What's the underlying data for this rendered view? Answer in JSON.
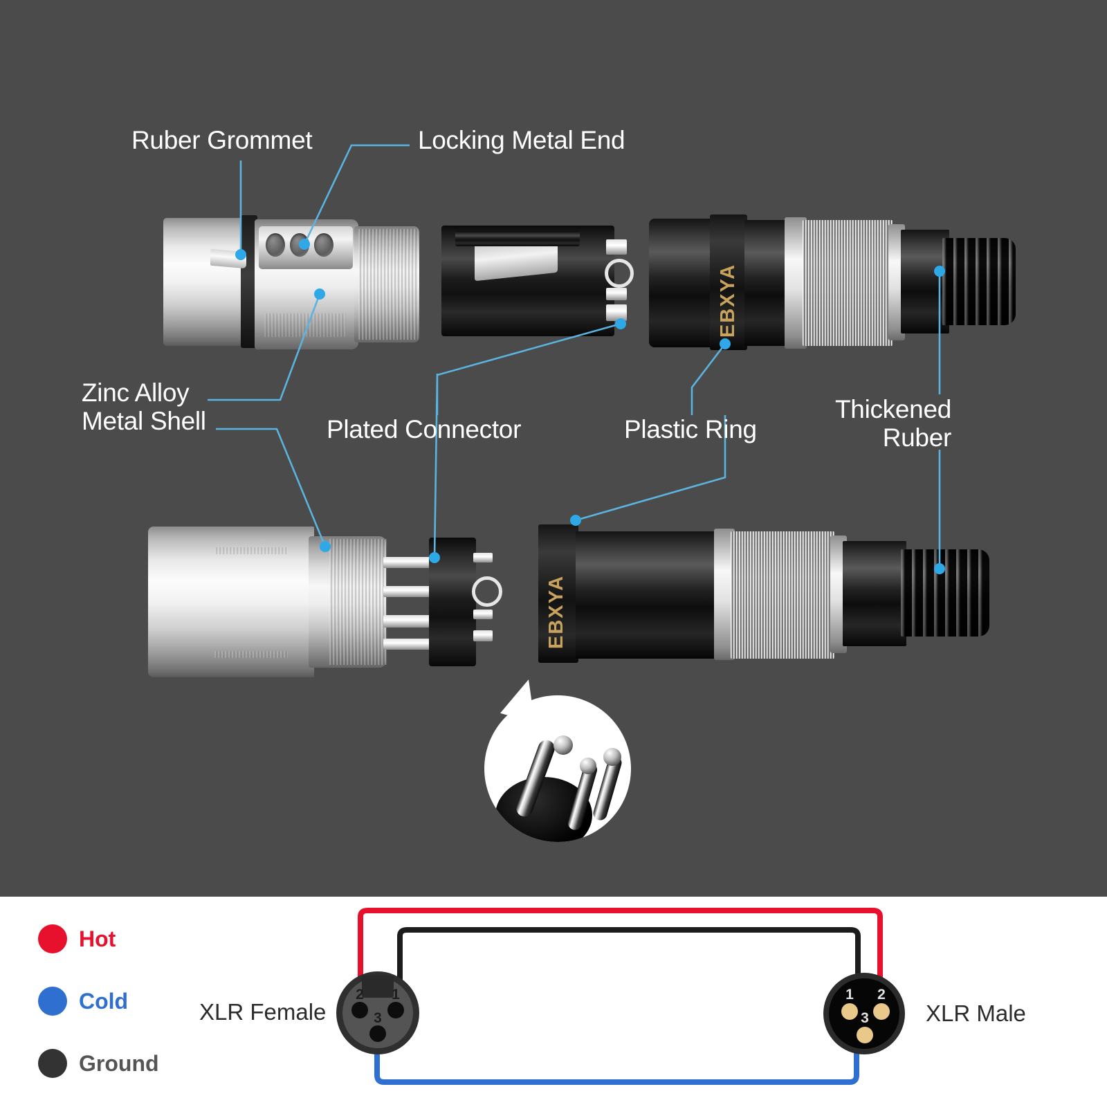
{
  "colors": {
    "panel_dark": "#4b4b4b",
    "panel_light": "#ffffff",
    "leader_line": "#5bb4e0",
    "leader_dot": "#2fa8e8",
    "label_text": "#ffffff",
    "brand_gold": "#c8a35e",
    "hot": "#e8112d",
    "cold": "#2f6fd0",
    "ground": "#333333",
    "pin_gold": "#e8c98a",
    "female_shell": "#4a4a4a",
    "male_shell": "#0a0a0a"
  },
  "diagram": {
    "brand_text": "EBXYA",
    "callouts": [
      {
        "id": "ruber-grommet",
        "label": "Ruber Grommet"
      },
      {
        "id": "locking-metal-end",
        "label": "Locking Metal End"
      },
      {
        "id": "zinc-alloy-metal-shell",
        "label": "Zinc Alloy\nMetal Shell"
      },
      {
        "id": "plated-connector",
        "label": "Plated Connector"
      },
      {
        "id": "plastic-ring",
        "label": "Plastic Ring"
      },
      {
        "id": "thickened-ruber",
        "label": "Thickened\nRuber"
      }
    ]
  },
  "wiring": {
    "legend": [
      {
        "label": "Hot",
        "color": "#e8112d"
      },
      {
        "label": "Cold",
        "color": "#2f6fd0"
      },
      {
        "label": "Ground",
        "color": "#333333"
      }
    ],
    "female": {
      "name": "XLR Female",
      "pins": [
        {
          "number": "2",
          "signal": "Hot"
        },
        {
          "number": "1",
          "signal": "Ground"
        },
        {
          "number": "3",
          "signal": "Cold"
        }
      ]
    },
    "male": {
      "name": "XLR Male",
      "pins": [
        {
          "number": "1",
          "signal": "Ground"
        },
        {
          "number": "2",
          "signal": "Hot"
        },
        {
          "number": "3",
          "signal": "Cold"
        }
      ]
    },
    "connections": [
      {
        "from": "female-2",
        "to": "male-2",
        "signal": "Hot",
        "color": "#e8112d"
      },
      {
        "from": "female-1",
        "to": "male-1",
        "signal": "Ground",
        "color": "#1c1c1c"
      },
      {
        "from": "female-3",
        "to": "male-3",
        "signal": "Cold",
        "color": "#2f6fd0"
      }
    ]
  }
}
